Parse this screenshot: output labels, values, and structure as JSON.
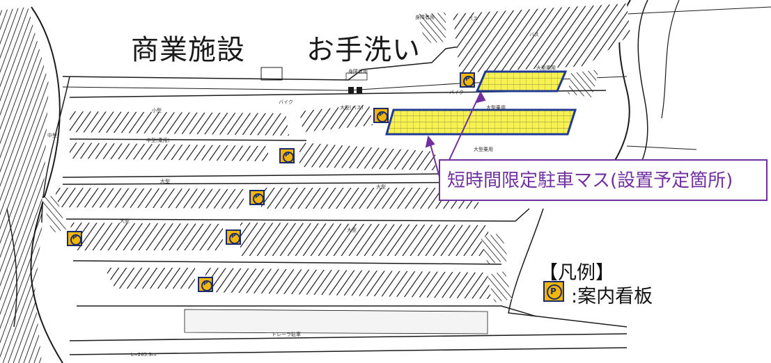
{
  "labels": {
    "commercial": "商業施設",
    "restroom": "お手洗い"
  },
  "callout": {
    "text": "短時間限定駐車マス(設置予定箇所)"
  },
  "legend": {
    "title": "【凡例】",
    "sign_label": ":案内看板",
    "sign_icon": "parking-guide-sign-icon",
    "sign_glyph": "P"
  },
  "small_labels": {
    "bus": "バス",
    "bus2": "バス",
    "large_bus": "大型(バス)",
    "large": "大型",
    "large2": "大型",
    "large3": "大型",
    "large4": "大型",
    "large_car": "大型乗用",
    "large_car2": "大型乗用",
    "large_car3": "大型乗用",
    "mid_car": "中型(乗用)",
    "mid": "中型",
    "small": "小型",
    "bike": "バイク",
    "bike2": "バイク",
    "trailer": "トレーラ駐車",
    "disabled": "身障者用",
    "disabled2": "身障者用",
    "radius": "L=285.9m"
  },
  "colors": {
    "highlight_fill": "#f7f252",
    "highlight_border": "#1f3a93",
    "callout_purple": "#7030a0",
    "sign_yellow": "#f2b705",
    "drawing_line": "#1a1a1a"
  }
}
